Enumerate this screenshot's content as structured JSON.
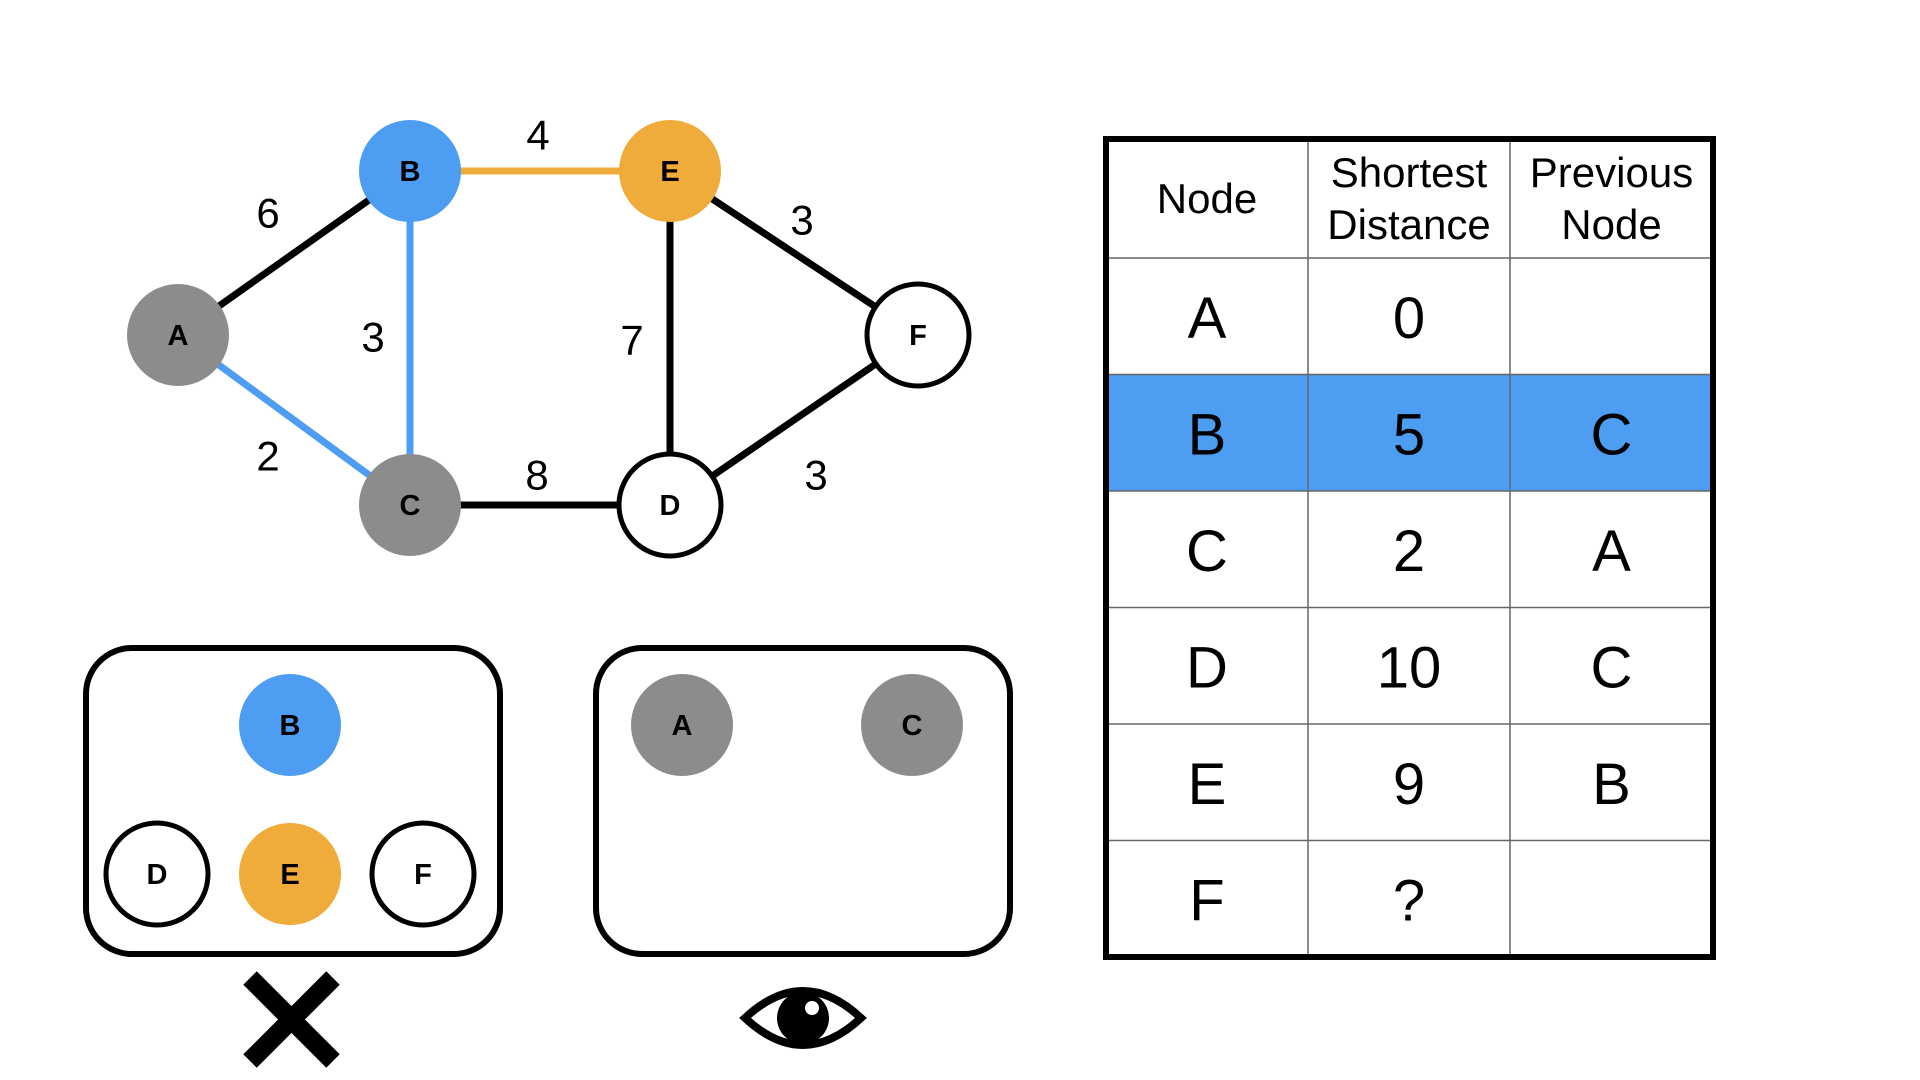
{
  "colors": {
    "visited": "#8c8c8c",
    "current": "#4d9df2",
    "neighbor": "#efac3a",
    "unvisited": "#ffffff",
    "edge_default": "#000000",
    "edge_path": "#4d9df2",
    "edge_active": "#efac3a",
    "row_highlight": "#4d9df2"
  },
  "graph": {
    "nodes": [
      {
        "id": "A",
        "state": "visited"
      },
      {
        "id": "B",
        "state": "current"
      },
      {
        "id": "C",
        "state": "visited"
      },
      {
        "id": "D",
        "state": "unvisited"
      },
      {
        "id": "E",
        "state": "neighbor"
      },
      {
        "id": "F",
        "state": "unvisited"
      }
    ],
    "edges": [
      {
        "from": "A",
        "to": "B",
        "weight": "6",
        "state": "default"
      },
      {
        "from": "A",
        "to": "C",
        "weight": "2",
        "state": "path"
      },
      {
        "from": "B",
        "to": "C",
        "weight": "3",
        "state": "path"
      },
      {
        "from": "B",
        "to": "E",
        "weight": "4",
        "state": "active"
      },
      {
        "from": "C",
        "to": "D",
        "weight": "8",
        "state": "default"
      },
      {
        "from": "E",
        "to": "D",
        "weight": "7",
        "state": "default"
      },
      {
        "from": "E",
        "to": "F",
        "weight": "3",
        "state": "default"
      },
      {
        "from": "D",
        "to": "F",
        "weight": "3",
        "state": "default"
      }
    ]
  },
  "unvisited_set": {
    "nodes": [
      "B",
      "D",
      "E",
      "F"
    ],
    "icon": "x-mark-icon"
  },
  "visited_set": {
    "nodes": [
      "A",
      "C"
    ],
    "icon": "eye-icon"
  },
  "table": {
    "headers": [
      [
        "Node"
      ],
      [
        "Shortest",
        "Distance"
      ],
      [
        "Previous",
        "Node"
      ]
    ],
    "rows": [
      {
        "node": "A",
        "distance": "0",
        "previous": "",
        "highlight": false
      },
      {
        "node": "B",
        "distance": "5",
        "previous": "C",
        "highlight": true
      },
      {
        "node": "C",
        "distance": "2",
        "previous": "A",
        "highlight": false
      },
      {
        "node": "D",
        "distance": "10",
        "previous": "C",
        "highlight": false
      },
      {
        "node": "E",
        "distance": "9",
        "previous": "B",
        "highlight": false
      },
      {
        "node": "F",
        "distance": "?",
        "previous": "",
        "highlight": false
      }
    ]
  }
}
